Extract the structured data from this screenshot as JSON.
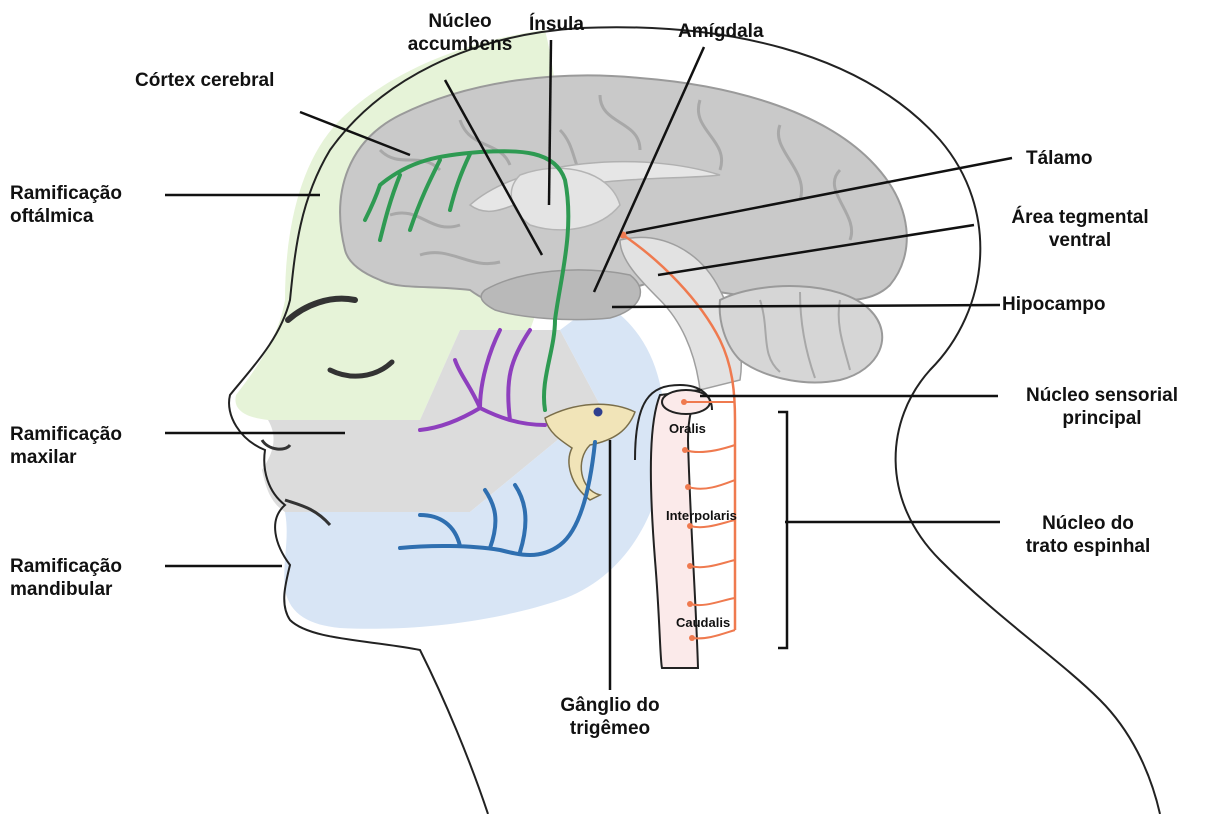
{
  "labels": {
    "cortex": "Córtex cerebral",
    "accumbens": [
      "Núcleo",
      "accumbens"
    ],
    "insula": "Ínsula",
    "amygdala": "Amígdala",
    "thalamus": "Tálamo",
    "vta": [
      "Área tegmental",
      "ventral"
    ],
    "hippocampus": "Hipocampo",
    "ophthalmic": [
      "Ramificação",
      "oftálmica"
    ],
    "maxillary": [
      "Ramificação",
      "maxilar"
    ],
    "mandibular": [
      "Ramificação",
      "mandibular"
    ],
    "principal_sensory": [
      "Núcleo sensorial",
      "principal"
    ],
    "spinal_tract": [
      "Núcleo do",
      "trato espinhal"
    ],
    "ganglion": [
      "Gânglio do",
      "trigêmeo"
    ],
    "oralis": "Oralis",
    "interpolaris": "Interpolaris",
    "caudalis": "Caudalis"
  },
  "colors": {
    "ophthalmic_zone": "#e6f3d8",
    "maxillary_zone": "#dcdcdc",
    "mandibular_zone": "#d8e5f5",
    "ophthalmic_nerve": "#2e9a52",
    "maxillary_nerve": "#8e3fbe",
    "mandibular_nerve": "#2f6fb0",
    "brainstem_path": "#ef7a4f",
    "brainstem_fill": "#fbeaea",
    "brain": "#c9c9c9",
    "ganglion": "#f1e4b8"
  }
}
